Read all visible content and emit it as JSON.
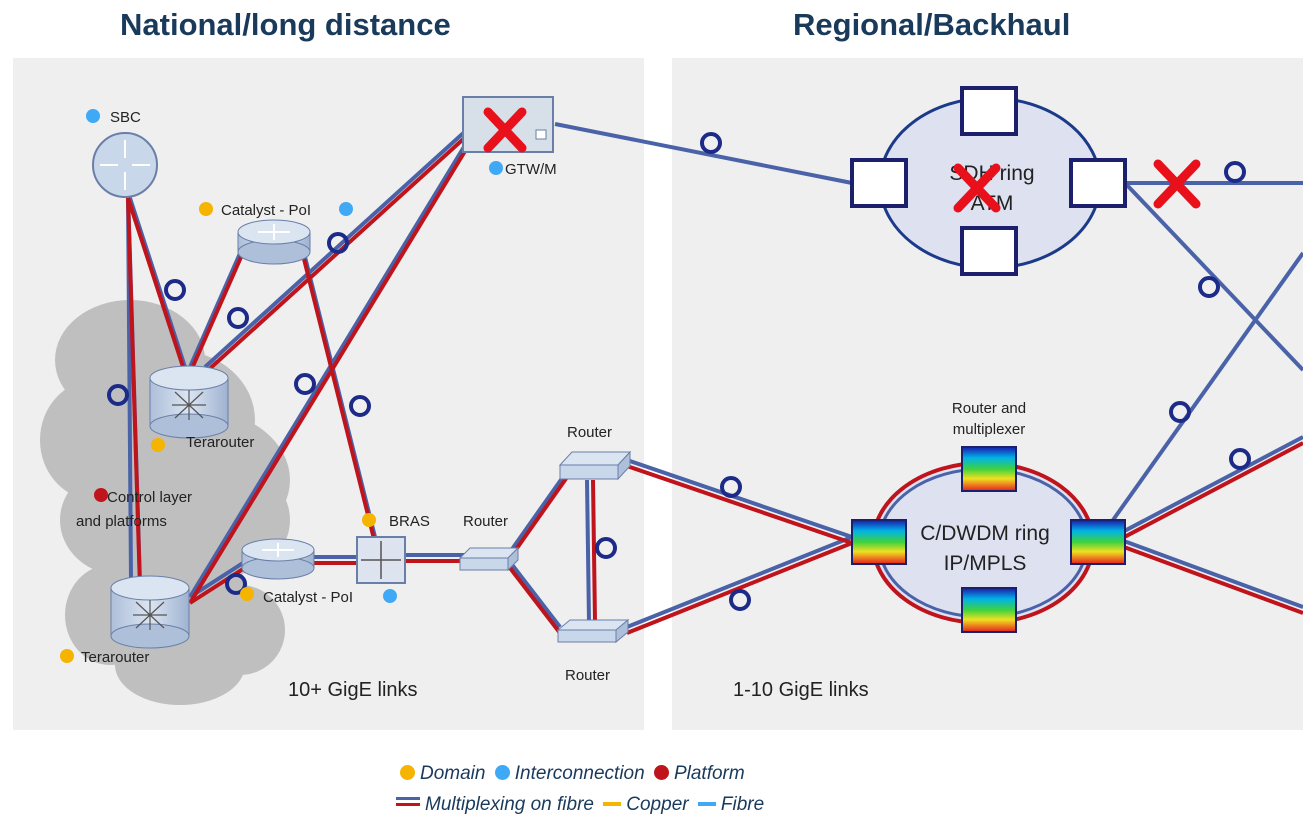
{
  "titles": {
    "left": "National/long distance",
    "right": "Regional/Backhaul"
  },
  "colors": {
    "panel": "#efefef",
    "title": "#1a3a5c",
    "fibre": "#4a62a8",
    "platform": "#c0141c",
    "domain": "#f5b400",
    "interconnection": "#3fa9f5",
    "ring_node": "#1c1f6b",
    "ring_fill": "#dde1f0",
    "device_fill": "#c9d7ea",
    "device_stroke": "#6a7fa8",
    "cloud": "#bfbfbf",
    "fail_mark": "#e8101a"
  },
  "labels": {
    "sbc": "SBC",
    "gtw": "GTW/M",
    "catalyst_top": "Catalyst - PoI",
    "catalyst_bottom": "Catalyst - PoI",
    "terarouter_top": "Terarouter",
    "terarouter_bottom": "Terarouter",
    "control_layer": "Control layer",
    "platforms": "and platforms",
    "bras": "BRAS",
    "router_mid": "Router",
    "router_top": "Router",
    "router_bottom": "Router",
    "router_and": "Router and",
    "multiplexer": "multiplexer",
    "sdh_1": "SDH ring",
    "sdh_2": "ATM",
    "dwdm_1": "C/DWDM ring",
    "dwdm_2": "IP/MPLS",
    "links_left": "10+ GigE links",
    "links_right": "1-10 GigE links"
  },
  "icons": {
    "router": "router-icon",
    "switch": "switch-icon",
    "bras": "bras-icon",
    "gateway": "gateway-icon",
    "fail": "cross-icon",
    "cloud": "cloud-icon"
  },
  "legend": {
    "domain": "Domain",
    "interconnection": "Interconnection",
    "platform": "Platform",
    "multiplexing": "Multiplexing on fibre",
    "copper": "Copper",
    "fibre": "Fibre"
  }
}
